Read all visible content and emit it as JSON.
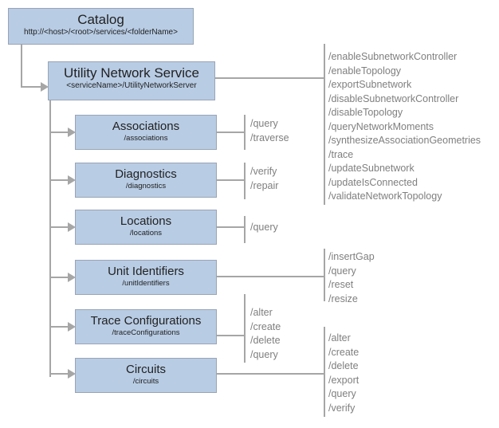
{
  "catalog": {
    "title": "Catalog",
    "subtitle": "http://<host>/<root>/services/<folderName>"
  },
  "service": {
    "title": "Utility Network Service",
    "subtitle": "<serviceName>/UtilityNetworkServer",
    "operations": [
      "/enableSubnetworkController",
      "/enableTopology",
      "/exportSubnetwork",
      "/disableSubnetworkController",
      "/disableTopology",
      "/queryNetworkMoments",
      "/synthesizeAssociationGeometries",
      "/trace",
      "/updateSubnetwork",
      "/updateIsConnected",
      "/validateNetworkTopology"
    ]
  },
  "children": [
    {
      "title": "Associations",
      "subtitle": "/associations",
      "operations": [
        "/query",
        "/traverse"
      ]
    },
    {
      "title": "Diagnostics",
      "subtitle": "/diagnostics",
      "operations": [
        "/verify",
        "/repair"
      ]
    },
    {
      "title": "Locations",
      "subtitle": "/locations",
      "operations": [
        "/query"
      ]
    },
    {
      "title": "Unit Identifiers",
      "subtitle": "/unitIdentifiers",
      "operations": [
        "/insertGap",
        "/query",
        "/reset",
        "/resize"
      ]
    },
    {
      "title": "Trace Configurations",
      "subtitle": "/traceConfigurations",
      "operations": [
        "/alter",
        "/create",
        "/delete",
        "/query"
      ]
    },
    {
      "title": "Circuits",
      "subtitle": "/circuits",
      "operations": [
        "/alter",
        "/create",
        "/delete",
        "/export",
        "/query",
        "/verify"
      ]
    }
  ],
  "colors": {
    "box_fill": "#b8cce4",
    "box_border": "#99a4b6",
    "connector": "#a6a6a6",
    "operation_text": "#7f7f7f",
    "title_text": "#222222"
  }
}
